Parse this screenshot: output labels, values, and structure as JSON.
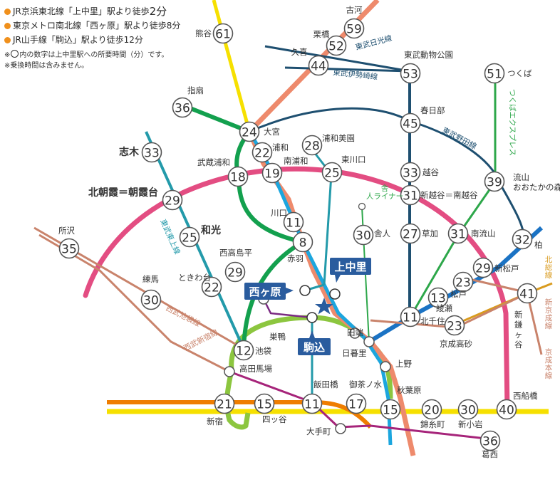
{
  "legend": {
    "items": [
      {
        "pre": "JR京浜東北線「上中里」駅より徒歩",
        "time": "2分"
      },
      {
        "pre": "東京メトロ南北線「西ヶ原」駅より徒歩",
        "time": "8分"
      },
      {
        "pre": "JR山手線「駒込」駅より徒歩",
        "time": "12分"
      }
    ],
    "note1_pre": "※",
    "note1_post": "内の数字は上中里駅への所要時間（分）です。",
    "note2": "※乗換時間は含みません。"
  },
  "colors": {
    "pink": "#e34d82",
    "salmon": "#ee8a6c",
    "lightblue": "#1ca6de",
    "green": "#13a04e",
    "yellow": "#f6e000",
    "orange": "#ef7d00",
    "teal": "#239aaa",
    "brightgreen": "#2da74a",
    "lime": "#8cc63f",
    "navy": "#1e4f70",
    "blue": "#1b73c4",
    "gold": "#d99b1f",
    "purple": "#a6247a",
    "tokyu": "#7a2a82",
    "rail": "#c9836b",
    "callout": "#2a5c9e"
  },
  "lines": [
    {
      "id": "tobu-nikko",
      "name": "東武日光線",
      "color": "#1e4f70"
    },
    {
      "id": "tobu-isesaki",
      "name": "東武伊勢崎線",
      "color": "#1e4f70"
    },
    {
      "id": "tobu-noda",
      "name": "東武野田線",
      "color": "#1e4f70"
    },
    {
      "id": "tobu-tojo",
      "name": "東武東上線",
      "color": "#239aaa"
    },
    {
      "id": "seibu-ikebukuro",
      "name": "西武池袋線",
      "color": "#c9836b"
    },
    {
      "id": "seibu-shinjuku",
      "name": "西武新宿線",
      "color": "#c9836b"
    },
    {
      "id": "tsukuba",
      "name": "つくばエクスプレス",
      "color": "#2da74a"
    },
    {
      "id": "keisei",
      "name": "北総線",
      "color": "#d99b1f"
    },
    {
      "id": "keisei-main",
      "name": "京成本線",
      "color": "#c9836b"
    },
    {
      "id": "shinkeisei",
      "name": "新京成線",
      "color": "#c9836b"
    },
    {
      "id": "toneri",
      "name": "舎人ライナー",
      "color": "#2da74a"
    }
  ],
  "stations": [
    {
      "id": "kumagaya",
      "name": "熊谷",
      "time": "61"
    },
    {
      "id": "koga",
      "name": "古河",
      "time": "59"
    },
    {
      "id": "kurihashi",
      "name": "栗橋",
      "time": "52"
    },
    {
      "id": "kuki",
      "name": "久喜",
      "time": "44"
    },
    {
      "id": "tobudobutsu",
      "name": "東武動物公園",
      "time": "53"
    },
    {
      "id": "tsukuba",
      "name": "つくば",
      "time": "51"
    },
    {
      "id": "kasukabe",
      "name": "春日部",
      "time": "45"
    },
    {
      "id": "ogose",
      "name": "越谷",
      "time": "33"
    },
    {
      "id": "shinkoshigaya",
      "name": "新越谷＝南越谷",
      "time": "31"
    },
    {
      "id": "soka",
      "name": "草加",
      "time": "27"
    },
    {
      "id": "kitasenju",
      "name": "北千住",
      "time": "11"
    },
    {
      "id": "nagareyama",
      "name": "流山おおたかの森",
      "time": "39"
    },
    {
      "id": "minaminagareyama",
      "name": "南流山",
      "time": "31"
    },
    {
      "id": "kashiwa",
      "name": "柏",
      "time": "32"
    },
    {
      "id": "shinmatsudo",
      "name": "新松戸",
      "time": "29"
    },
    {
      "id": "matsudo",
      "name": "松戸",
      "time": "23"
    },
    {
      "id": "ayase",
      "name": "綾瀬",
      "time": "13"
    },
    {
      "id": "keiseitakasago",
      "name": "京成高砂",
      "time": "23"
    },
    {
      "id": "shinkamagaya",
      "name": "新鎌ヶ谷",
      "time": "41"
    },
    {
      "id": "nishifunabashi",
      "name": "西船橋",
      "time": "40"
    },
    {
      "id": "shinkoiwa",
      "name": "新小岩",
      "time": "30"
    },
    {
      "id": "kinshicho",
      "name": "錦糸町",
      "time": "20"
    },
    {
      "id": "kasai",
      "name": "葛西",
      "time": "36"
    },
    {
      "id": "akihabara",
      "name": "秋葉原",
      "time": "15"
    },
    {
      "id": "ochanomizu",
      "name": "御茶ノ水",
      "time": "17"
    },
    {
      "id": "iidabashi",
      "name": "飯田橋",
      "time": "11"
    },
    {
      "id": "yotsuya",
      "name": "四ッ谷",
      "time": "15"
    },
    {
      "id": "shinjuku",
      "name": "新宿",
      "time": "21"
    },
    {
      "id": "ikebukuro",
      "name": "池袋",
      "time": "12"
    },
    {
      "id": "omiya",
      "name": "大宮",
      "time": "24"
    },
    {
      "id": "sashiogi",
      "name": "指扇",
      "time": "36"
    },
    {
      "id": "urawa",
      "name": "浦和",
      "time": "22"
    },
    {
      "id": "minamiurawa",
      "name": "南浦和",
      "time": "19"
    },
    {
      "id": "urawamisono",
      "name": "浦和美園",
      "time": "28"
    },
    {
      "id": "higashikawaguchi",
      "name": "東川口",
      "time": "25"
    },
    {
      "id": "musashiurawa",
      "name": "武蔵浦和",
      "time": "18"
    },
    {
      "id": "kawaguchi",
      "name": "川口",
      "time": "11"
    },
    {
      "id": "akabane",
      "name": "赤羽",
      "time": "8"
    },
    {
      "id": "toneri",
      "name": "舎人",
      "time": "30"
    },
    {
      "id": "shiki",
      "name": "志木",
      "time": "33"
    },
    {
      "id": "kitaasaka",
      "name": "北朝霞＝朝霞台",
      "time": "29"
    },
    {
      "id": "wako",
      "name": "和光",
      "time": "25"
    },
    {
      "id": "tokorozawa",
      "name": "所沢",
      "time": "35"
    },
    {
      "id": "nishitakashimadaira",
      "name": "西高島平",
      "time": "29"
    },
    {
      "id": "tokiwadai",
      "name": "ときわ台",
      "time": "22"
    },
    {
      "id": "nerima",
      "name": "練馬",
      "time": "30"
    }
  ],
  "small_labels": {
    "takadanobaba": "高田馬場",
    "sugamo": "巣鴨",
    "tabata": "田端",
    "nippori": "日暮里",
    "ueno": "上野",
    "otemachi": "大手町"
  },
  "callouts": {
    "kaminakazato": "上中里",
    "nishigahara": "西ヶ原",
    "komagome": "駒込"
  }
}
